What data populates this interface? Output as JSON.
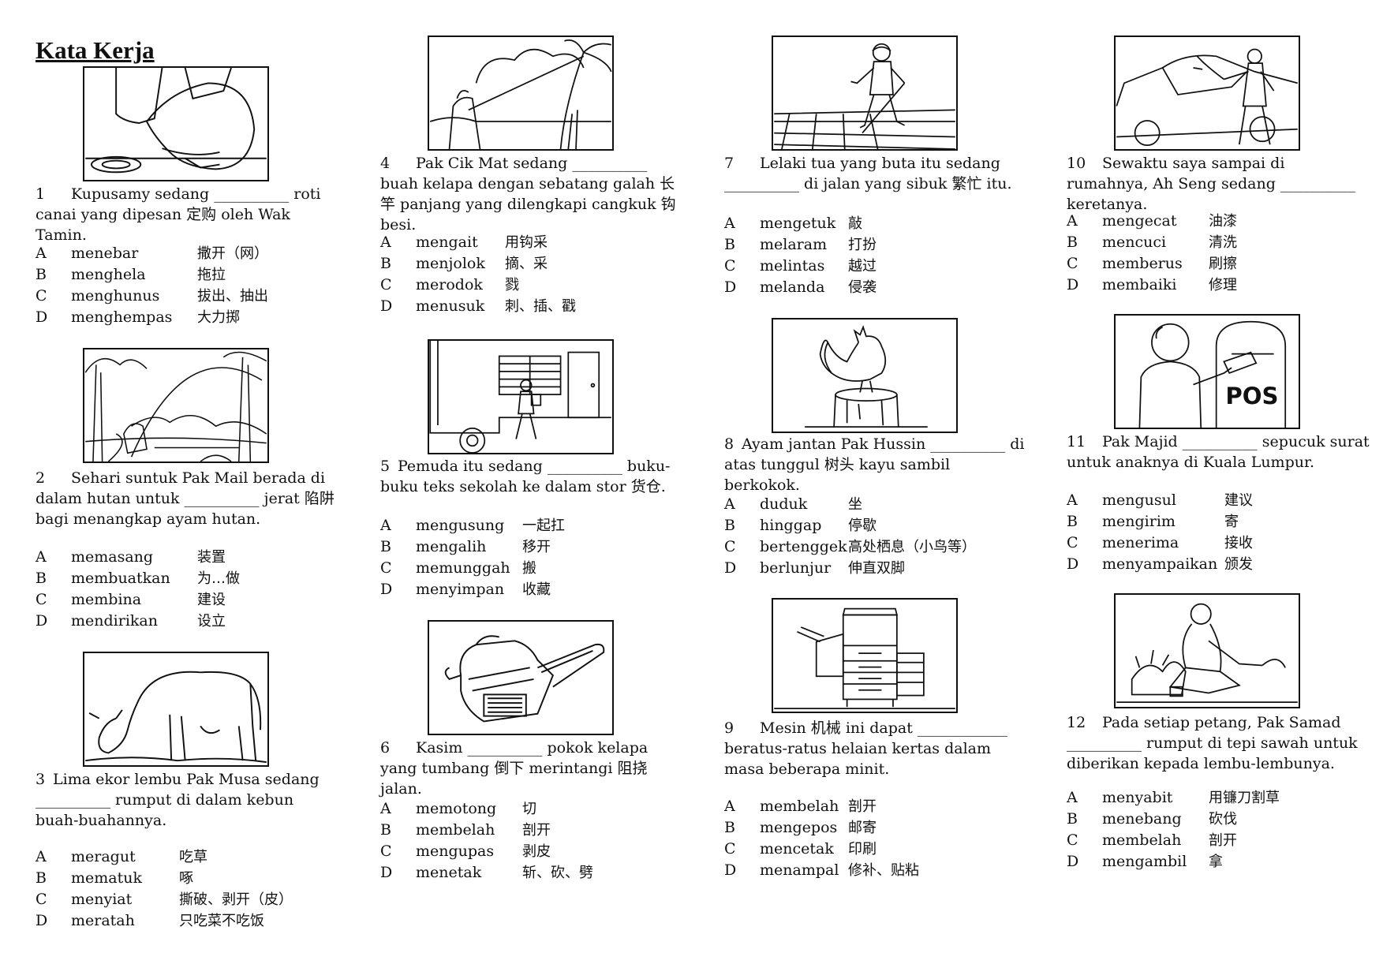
{
  "title": "Kata Kerja",
  "questions": [
    {
      "num": "1",
      "stem": "Kupusamy sedang __________ roti canai yang dipesan 定购 oleh Wak Tamin.",
      "options": [
        {
          "letter": "A",
          "word": "menebar",
          "zh": "撒开（网）"
        },
        {
          "letter": "B",
          "word": "menghela",
          "zh": "拖拉"
        },
        {
          "letter": "C",
          "word": "menghunus",
          "zh": "拔出、抽出"
        },
        {
          "letter": "D",
          "word": "menghempas",
          "zh": "大力掷"
        }
      ]
    },
    {
      "num": "2",
      "stem": "Sehari suntuk Pak Mail berada di dalam hutan untuk __________ jerat 陷阱 bagi menangkap ayam hutan.",
      "options": [
        {
          "letter": "A",
          "word": "memasang",
          "zh": "装置"
        },
        {
          "letter": "B",
          "word": "membuatkan",
          "zh": "为…做"
        },
        {
          "letter": "C",
          "word": "membina",
          "zh": "建设"
        },
        {
          "letter": "D",
          "word": "mendirikan",
          "zh": "设立"
        }
      ]
    },
    {
      "num": "3",
      "stem": "Lima ekor lembu Pak Musa sedang __________ rumput di dalam kebun buah-buahannya.",
      "options": [
        {
          "letter": "A",
          "word": "meragut",
          "zh": "吃草"
        },
        {
          "letter": "B",
          "word": "mematuk",
          "zh": "啄"
        },
        {
          "letter": "C",
          "word": "menyiat",
          "zh": "撕破、剥开（皮）"
        },
        {
          "letter": "D",
          "word": "meratah",
          "zh": "只吃菜不吃饭"
        }
      ]
    },
    {
      "num": "4",
      "stem": "Pak Cik Mat sedang __________ buah kelapa dengan sebatang galah 长竿 panjang yang dilengkapi cangkuk 钩 besi.",
      "options": [
        {
          "letter": "A",
          "word": "mengait",
          "zh": "用钩采"
        },
        {
          "letter": "B",
          "word": "menjolok",
          "zh": "摘、采"
        },
        {
          "letter": "C",
          "word": "merodok",
          "zh": "戮"
        },
        {
          "letter": "D",
          "word": "menusuk",
          "zh": "刺、插、戳"
        }
      ]
    },
    {
      "num": "5",
      "stem": "Pemuda itu sedang __________ buku-buku teks sekolah ke dalam stor 货仓.",
      "options": [
        {
          "letter": "A",
          "word": "mengusung",
          "zh": "一起扛"
        },
        {
          "letter": "B",
          "word": "mengalih",
          "zh": "移开"
        },
        {
          "letter": "C",
          "word": "memunggah",
          "zh": "搬"
        },
        {
          "letter": "D",
          "word": "menyimpan",
          "zh": "收藏"
        }
      ]
    },
    {
      "num": "6",
      "stem": "Kasim __________ pokok kelapa yang tumbang 倒下 merintangi 阻挠 jalan.",
      "options": [
        {
          "letter": "A",
          "word": "memotong",
          "zh": "切"
        },
        {
          "letter": "B",
          "word": "membelah",
          "zh": "剖开"
        },
        {
          "letter": "C",
          "word": "mengupas",
          "zh": "剥皮"
        },
        {
          "letter": "D",
          "word": "menetak",
          "zh": "斩、砍、劈"
        }
      ]
    },
    {
      "num": "7",
      "stem": "Lelaki tua yang buta itu sedang __________ di jalan yang sibuk 繁忙 itu.",
      "options": [
        {
          "letter": "A",
          "word": "mengetuk",
          "zh": "敲"
        },
        {
          "letter": "B",
          "word": "melaram",
          "zh": "打扮"
        },
        {
          "letter": "C",
          "word": "melintas",
          "zh": "越过"
        },
        {
          "letter": "D",
          "word": "melanda",
          "zh": "侵袭"
        }
      ]
    },
    {
      "num": "8",
      "stem": "Ayam jantan Pak Hussin __________ di atas tunggul 树头 kayu sambil berkokok.",
      "options": [
        {
          "letter": "A",
          "word": "duduk",
          "zh": "坐"
        },
        {
          "letter": "B",
          "word": "hinggap",
          "zh": "停歇"
        },
        {
          "letter": "C",
          "word": "bertenggek",
          "zh": "高处栖息（小鸟等）"
        },
        {
          "letter": "D",
          "word": "berlunjur",
          "zh": "伸直双脚"
        }
      ]
    },
    {
      "num": "9",
      "stem": "Mesin 机械 ini dapat ____________ beratus-ratus helaian kertas dalam masa beberapa minit.",
      "options": [
        {
          "letter": "A",
          "word": "membelah",
          "zh": "剖开"
        },
        {
          "letter": "B",
          "word": "mengepos",
          "zh": "邮寄"
        },
        {
          "letter": "C",
          "word": "mencetak",
          "zh": "印刷"
        },
        {
          "letter": "D",
          "word": "menampal",
          "zh": "修补、贴粘"
        }
      ]
    },
    {
      "num": "10",
      "stem": "Sewaktu saya sampai di rumahnya, Ah Seng sedang __________ keretanya.",
      "options": [
        {
          "letter": "A",
          "word": "mengecat",
          "zh": "油漆"
        },
        {
          "letter": "B",
          "word": "mencuci",
          "zh": "清洗"
        },
        {
          "letter": "C",
          "word": "memberus",
          "zh": "刷擦"
        },
        {
          "letter": "D",
          "word": "membaiki",
          "zh": "修理"
        }
      ]
    },
    {
      "num": "11",
      "stem": "Pak Majid __________ sepucuk surat untuk anaknya di Kuala Lumpur.",
      "options": [
        {
          "letter": "A",
          "word": "mengusul",
          "zh": "建议"
        },
        {
          "letter": "B",
          "word": "mengirim",
          "zh": "寄"
        },
        {
          "letter": "C",
          "word": "menerima",
          "zh": "接收"
        },
        {
          "letter": "D",
          "word": "menyampaikan",
          "zh": "颁发"
        }
      ]
    },
    {
      "num": "12",
      "stem": "Pada setiap petang, Pak Samad __________ rumput di tepi sawah untuk diberikan kepada lembu-lembunya.",
      "options": [
        {
          "letter": "A",
          "word": "menyabit",
          "zh": "用镰刀割草"
        },
        {
          "letter": "B",
          "word": "menebang",
          "zh": "砍伐"
        },
        {
          "letter": "C",
          "word": "membelah",
          "zh": "剖开"
        },
        {
          "letter": "D",
          "word": "mengambil",
          "zh": "拿"
        }
      ]
    }
  ],
  "pictures": {
    "q11_sign": "POS"
  }
}
